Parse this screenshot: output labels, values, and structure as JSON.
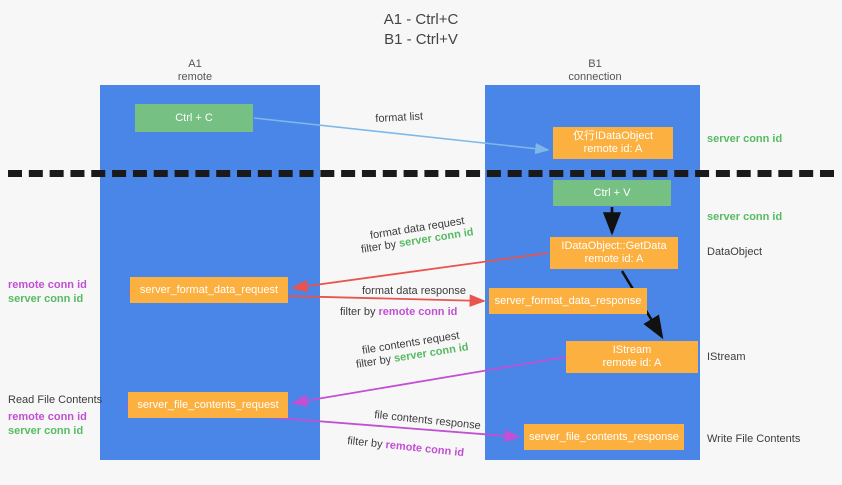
{
  "title": {
    "line1": "A1 - Ctrl+C",
    "line2": "B1 - Ctrl+V"
  },
  "lanes": [
    {
      "id": "a1",
      "name": "A1",
      "role": "remote"
    },
    {
      "id": "b1",
      "name": "B1",
      "role": "connection"
    }
  ],
  "boxes": {
    "ctrl_c": {
      "label": "Ctrl + C",
      "color": "#76c083"
    },
    "idataobject": {
      "line1": "仅行IDataObject",
      "line2": "remote id: A",
      "color": "#fbb040"
    },
    "ctrl_v": {
      "label": "Ctrl + V",
      "color": "#76c083"
    },
    "getdata": {
      "line1": "IDataObject::GetData",
      "line2": "remote id: A",
      "color": "#fbb040"
    },
    "istream": {
      "line1": "IStream",
      "line2": "remote id: A",
      "color": "#fbb040"
    },
    "server_format_data_request": {
      "label": "server_format_data_request",
      "color": "#fbb040"
    },
    "server_format_data_response": {
      "label": "server_format_data_response",
      "color": "#fbb040"
    },
    "server_file_contents_request": {
      "label": "server_file_contents_request",
      "color": "#fbb040"
    },
    "server_file_contents_response": {
      "label": "server_file_contents_response",
      "color": "#fbb040"
    }
  },
  "annotations": {
    "format_list": "format list",
    "format_data_request": "format data request",
    "filter_by": "filter by ",
    "format_data_response": "format data response",
    "file_contents_request": "file contents request",
    "file_contents_response": "file contents response",
    "server_conn_id": "server conn id",
    "remote_conn_id": "remote conn id"
  },
  "side_labels": {
    "server_conn_id_top": "server conn id",
    "server_conn_id_mid": "server conn id",
    "dataobject": "DataObject",
    "istream": "IStream",
    "write_file_contents": "Write File Contents",
    "read_file_contents": "Read File Contents",
    "remote_conn_id": "remote conn id",
    "server_conn_id": "server conn id"
  },
  "colors": {
    "lane": "#4a86e8",
    "green_box": "#76c083",
    "orange_box": "#fbb040",
    "green_text": "#57bb63",
    "magenta_text": "#c24fd4",
    "red_arrow": "#e8554f",
    "magenta_arrow": "#c24fd4",
    "blue_arrow": "#7fb8e8",
    "black_arrow": "#111111",
    "background": "#f7f7f7"
  }
}
